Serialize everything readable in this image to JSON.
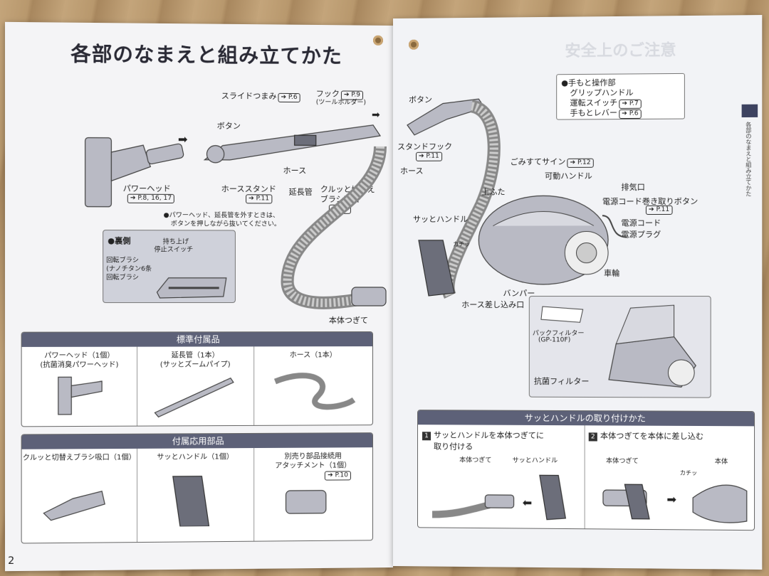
{
  "left_page": {
    "title": "各部のなまえと組み立てかた",
    "page_number": "2",
    "labels": {
      "slide_knob": "スライドつまみ",
      "slide_knob_ref": "P.6",
      "hook": "フック",
      "hook_ref": "P.9",
      "tool_holder": "(ツールホルダー)",
      "button": "ボタン",
      "power_head": "パワーヘッド",
      "power_head_ref": "P.8, 16, 17",
      "hose_stand": "ホーススタンド",
      "hose_stand_ref": "P.11",
      "extension_pipe": "延長管",
      "brush_line1": "クルッと切替え",
      "brush_line2": "ブラシ吸口",
      "brush_ref": "P.9",
      "hose": "ホース",
      "body_joint": "本体つぎて",
      "note_line1": "●パワーヘッド、延長管を外すときは、",
      "note_line2": "ボタンを押しながら抜いてください。"
    },
    "underside": {
      "heading": "●裏側",
      "lift_stop_1": "持ち上げ",
      "lift_stop_2": "停止スイッチ",
      "brush_1": "回転ブラシ",
      "brush_2": "(ナノチタン6条",
      "brush_3": "回転ブラシ"
    },
    "standard_accessories": {
      "heading": "標準付属品",
      "items": [
        {
          "line1": "パワーヘッド（1個）",
          "line2": "(抗菌消臭パワーヘッド)"
        },
        {
          "line1": "延長管（1本）",
          "line2": "(サッとズームパイプ)"
        },
        {
          "line1": "ホース（1本）",
          "line2": ""
        }
      ]
    },
    "applied_parts": {
      "heading": "付属応用部品",
      "items": [
        {
          "line1": "クルッと切替えブラシ吸口（1個）",
          "line2": ""
        },
        {
          "line1": "サッとハンドル（1個）",
          "line2": ""
        },
        {
          "line1": "別売り部品接続用",
          "line2": "アタッチメント（1個）",
          "ref": "P.10"
        }
      ]
    }
  },
  "right_page": {
    "faded_heading": "安全上のご注意",
    "side_tab": "各部のなまえと組み立てかた",
    "hand_operation": {
      "heading": "●手もと操作部",
      "grip": "グリップハンドル",
      "run_switch": "運転スイッチ",
      "run_switch_ref": "P.7",
      "hand_lever": "手もとレバー",
      "hand_lever_ref": "P.6"
    },
    "labels": {
      "button": "ボタン",
      "stand_hook": "スタンドフック",
      "stand_hook_ref": "P.11",
      "hose": "ホース",
      "dust_sign": "ごみすてサイン",
      "dust_sign_ref": "P.12",
      "movable_handle": "可動ハンドル",
      "top_lid": "上ふた",
      "exhaust": "排気口",
      "cord_rewind": "電源コード巻き取りボタン",
      "cord_rewind_ref": "P.11",
      "power_cord": "電源コード",
      "power_plug": "電源プラグ",
      "quick_handle": "サッとハンドル",
      "click": "カチッ",
      "wheel": "車輪",
      "bumper": "バンパー",
      "hose_inlet": "ホース差し込み口",
      "pack_filter_1": "パックフィルター",
      "pack_filter_2": "(GP-110F)",
      "antibac_filter": "抗菌フィルター"
    },
    "attach": {
      "heading": "サッとハンドルの取り付けかた",
      "step1_num": "1",
      "step1_line1": "サッとハンドルを本体つぎてに",
      "step1_line2": "取り付ける",
      "step1_joint": "本体つぎて",
      "step1_handle": "サッとハンドル",
      "step2_num": "2",
      "step2_text": "本体つぎてを本体に差し込む",
      "step2_joint": "本体つぎて",
      "step2_body": "本体",
      "step2_click": "カチッ"
    }
  }
}
